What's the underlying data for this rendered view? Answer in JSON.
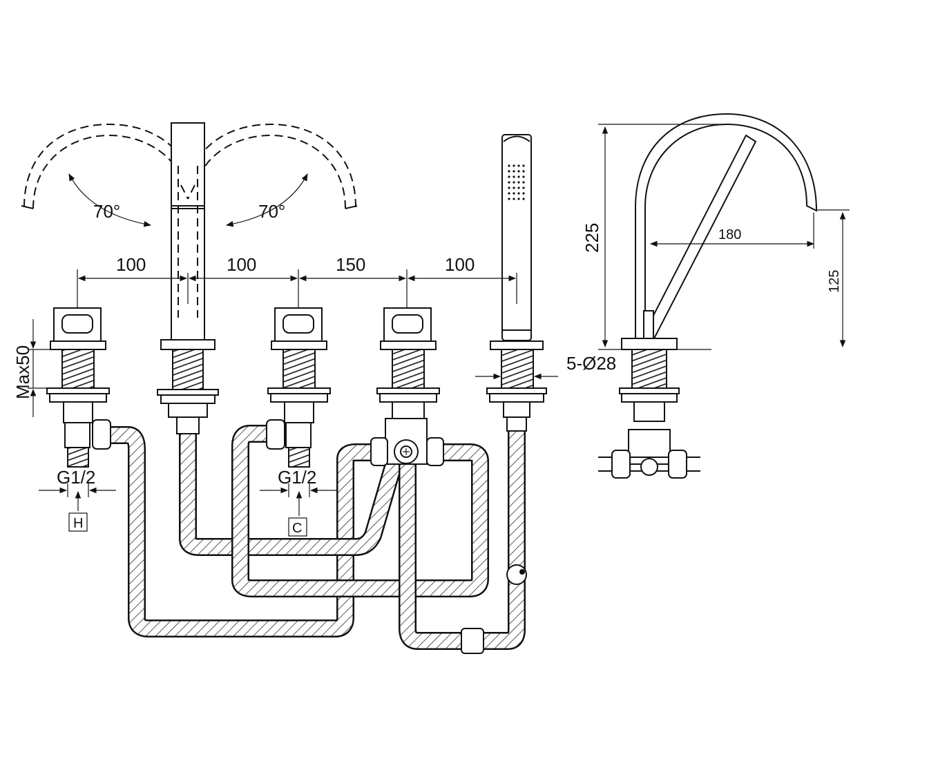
{
  "dimensions": {
    "angle_left": "70°",
    "angle_right": "70°",
    "spacing_1": "100",
    "spacing_2": "100",
    "spacing_3": "150",
    "spacing_4": "100",
    "max_deck": "Max50",
    "hole_diameter": "5-Ø28",
    "thread_left": "G1/2",
    "thread_right": "G1/2",
    "total_height": "225",
    "spout_reach": "180",
    "spout_height": "125"
  },
  "markers": {
    "hot": "H",
    "cold": "C"
  }
}
